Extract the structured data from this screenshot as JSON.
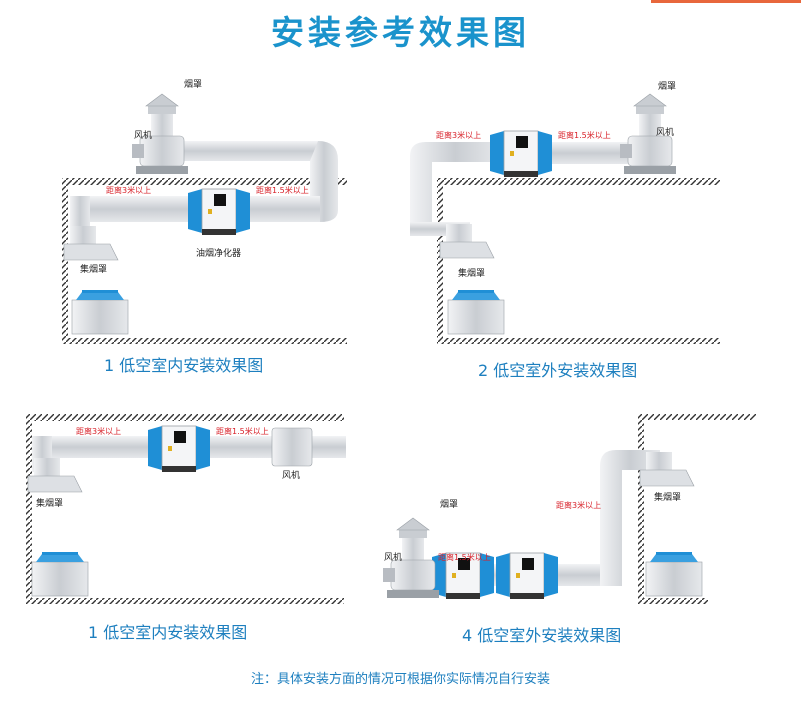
{
  "title": "安装参考效果图",
  "diagrams": [
    {
      "caption": "1 低空室内安装效果图",
      "labels": {
        "chimney": "烟罩",
        "fan": "风机",
        "distance_3m": "距离3米以上",
        "distance_1_5m": "距离1.5米以上",
        "purifier": "油烟净化器",
        "hood": "集烟罩"
      }
    },
    {
      "caption": "2 低空室外安装效果图",
      "labels": {
        "chimney": "烟罩",
        "distance_3m": "距离3米以上",
        "distance_1_5m": "距离1.5米以上",
        "fan": "风机",
        "hood": "集烟罩"
      }
    },
    {
      "caption": "1 低空室内安装效果图",
      "labels": {
        "distance_3m": "距离3米以上",
        "distance_1_5m": "距离1.5米以上",
        "fan": "风机",
        "hood": "集烟罩"
      }
    },
    {
      "caption": "4 低空室外安装效果图",
      "labels": {
        "chimney": "烟罩",
        "fan": "风机",
        "distance_1_5m": "距离1.5米以上",
        "distance_3m": "距离3米以上",
        "hood": "集烟罩"
      }
    }
  ],
  "note": "注：具体安装方面的情况可根据你实际情况自行安装",
  "colors": {
    "title": "#1a93cc",
    "caption": "#1d7fbf",
    "accent_blue": "#1f8fd6",
    "distance_text": "#d8222a",
    "duct": "#cfd3d8"
  }
}
